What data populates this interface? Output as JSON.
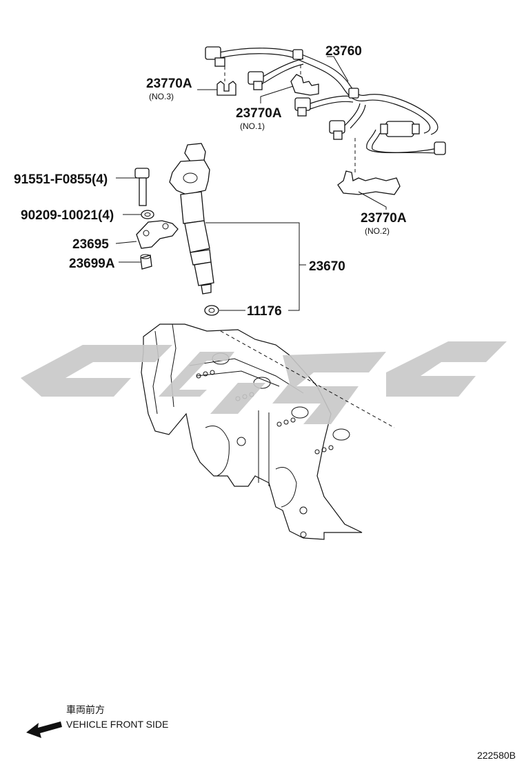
{
  "watermark": {
    "color": "#c8c8c8"
  },
  "parts": {
    "tube_set": {
      "number": "23760"
    },
    "clamp_no3": {
      "number": "23770A",
      "note": "(NO.3)"
    },
    "clamp_no1": {
      "number": "23770A",
      "note": "(NO.1)"
    },
    "clamp_no2": {
      "number": "23770A",
      "note": "(NO.2)"
    },
    "bolt": {
      "number": "91551-F0855(4)"
    },
    "washer": {
      "number": "90209-10021(4)"
    },
    "clamp_injector": {
      "number": "23695"
    },
    "collar": {
      "number": "23699A"
    },
    "injector_assy": {
      "number": "23670"
    },
    "gasket": {
      "number": "11176"
    }
  },
  "direction": {
    "japanese": "車両前方",
    "english": "VEHICLE FRONT SIDE",
    "arrow_icon": "arrow-left-icon"
  },
  "figure_ref": "222580B"
}
